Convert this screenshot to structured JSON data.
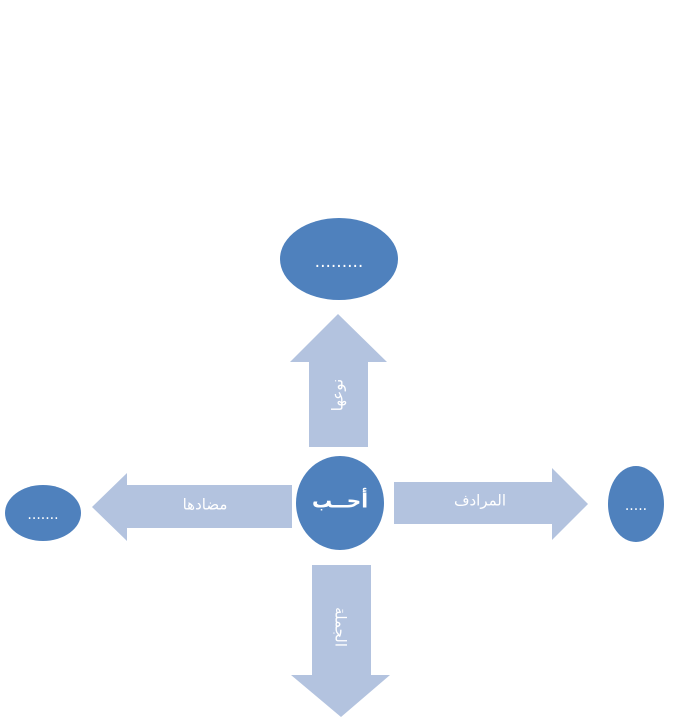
{
  "center": {
    "label": "أحــب"
  },
  "nodes": {
    "top": {
      "label": "........."
    },
    "left": {
      "label": "......."
    },
    "right": {
      "label": "....."
    }
  },
  "arrows": {
    "up": {
      "label": "نوعها"
    },
    "left": {
      "label": "مضادها"
    },
    "right": {
      "label": "المرادف"
    },
    "down": {
      "label": "الجملة"
    }
  },
  "colors": {
    "node_fill": "#4f81bd",
    "arrow_fill": "#b3c3df",
    "text": "#ffffff"
  }
}
